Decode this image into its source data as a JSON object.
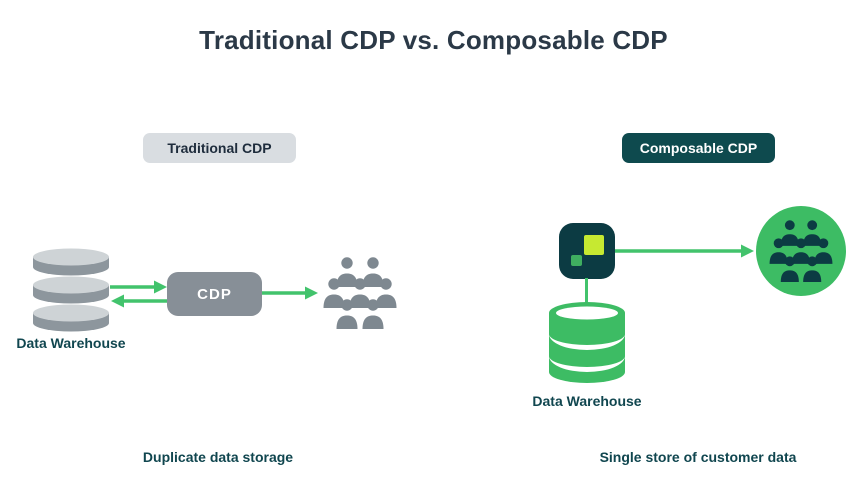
{
  "title": "Traditional CDP vs. Composable CDP",
  "left": {
    "badge_label": "Traditional CDP",
    "warehouse_label": "Data Warehouse",
    "cdp_label": "CDP",
    "caption": "Duplicate data storage"
  },
  "right": {
    "badge_label": "Composable CDP",
    "warehouse_label": "Data Warehouse",
    "caption": "Single store of customer data"
  },
  "icons": {
    "left_database": "database-icon",
    "left_audience": "audience-crowd-icon",
    "right_app": "cdp-toolkit-app-icon",
    "right_database": "database-icon",
    "right_audience": "audience-circle-icon",
    "arrows": "green-arrow-icon"
  },
  "colors": {
    "title_text": "#2b3947",
    "teal_text": "#10464f",
    "badge_gray_bg": "#d9dde1",
    "badge_gray_text": "#1e2c3c",
    "badge_teal_bg": "#0e4a4e",
    "badge_teal_text": "#ffffff",
    "green": "#3dbc64",
    "arrow_green": "#42c36c",
    "lime": "#c6e931",
    "green_mid": "#3fae60",
    "icon_teal": "#0c3b43",
    "gray_mid": "#8d969d",
    "gray_light": "#ced3d6",
    "gray_people": "#7e8890",
    "cdp_box_bg": "#878f97",
    "cdp_box_text": "#ffffff",
    "white": "#ffffff"
  }
}
